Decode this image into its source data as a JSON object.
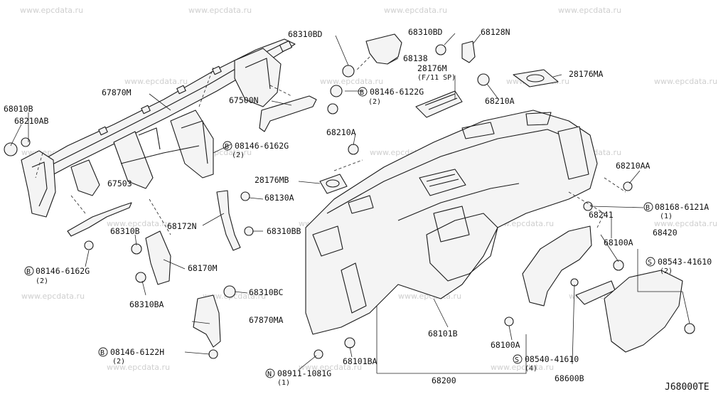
{
  "watermark": "www.epcdata.ru",
  "diagram_code": "J68000TE",
  "parts": [
    {
      "id": "p68310BD_a",
      "label": "68310BD"
    },
    {
      "id": "p68310BD_b",
      "label": "68310BD"
    },
    {
      "id": "p68128N",
      "label": "68128N"
    },
    {
      "id": "p68138",
      "label": "68138"
    },
    {
      "id": "p28176M",
      "label": "28176M",
      "sub": "(F/11 SP)"
    },
    {
      "id": "p28176MA",
      "label": "28176MA"
    },
    {
      "id": "p68010B",
      "label": "68010B"
    },
    {
      "id": "p68210AB",
      "label": "68210AB"
    },
    {
      "id": "p67870M",
      "label": "67870M"
    },
    {
      "id": "p67500N",
      "label": "67500N"
    },
    {
      "id": "p08146_6122G_top",
      "label": "08146-6122G",
      "sub": "(2)",
      "prefix": "B"
    },
    {
      "id": "p68210A_top",
      "label": "68210A"
    },
    {
      "id": "p68210A_mid",
      "label": "68210A"
    },
    {
      "id": "p08146_6162G_top",
      "label": "08146-6162G",
      "sub": "(2)",
      "prefix": "B"
    },
    {
      "id": "p28176MB",
      "label": "28176MB"
    },
    {
      "id": "p67503",
      "label": "67503"
    },
    {
      "id": "p68130A",
      "label": "68130A"
    },
    {
      "id": "p68210AA",
      "label": "68210AA"
    },
    {
      "id": "p08168_6121A",
      "label": "08168-6121A",
      "sub": "(1)",
      "prefix": "B"
    },
    {
      "id": "p68310B",
      "label": "68310B"
    },
    {
      "id": "p68172N",
      "label": "68172N"
    },
    {
      "id": "p68310BB",
      "label": "68310BB"
    },
    {
      "id": "p68241",
      "label": "68241"
    },
    {
      "id": "p68420",
      "label": "68420"
    },
    {
      "id": "p08146_6162G_left",
      "label": "08146-6162G",
      "sub": "(2)",
      "prefix": "B"
    },
    {
      "id": "p68170M",
      "label": "68170M"
    },
    {
      "id": "p68100A_right",
      "label": "68100A"
    },
    {
      "id": "p08543_41610",
      "label": "08543-41610",
      "sub": "(2)",
      "prefix": "S"
    },
    {
      "id": "p68310BA",
      "label": "68310BA"
    },
    {
      "id": "p68310BC",
      "label": "68310BC"
    },
    {
      "id": "p67870MA",
      "label": "67870MA"
    },
    {
      "id": "p68101B",
      "label": "68101B"
    },
    {
      "id": "p68100A_bot",
      "label": "68100A"
    },
    {
      "id": "p08146_6122H",
      "label": "08146-6122H",
      "sub": "(2)",
      "prefix": "B"
    },
    {
      "id": "p68101BA",
      "label": "68101BA"
    },
    {
      "id": "p08540_41610",
      "label": "08540-41610",
      "sub": "(4)",
      "prefix": "S"
    },
    {
      "id": "p08911_1081G",
      "label": "08911-1081G",
      "sub": "(1)",
      "prefix": "N"
    },
    {
      "id": "p68200",
      "label": "68200"
    },
    {
      "id": "p68600B",
      "label": "68600B"
    }
  ]
}
